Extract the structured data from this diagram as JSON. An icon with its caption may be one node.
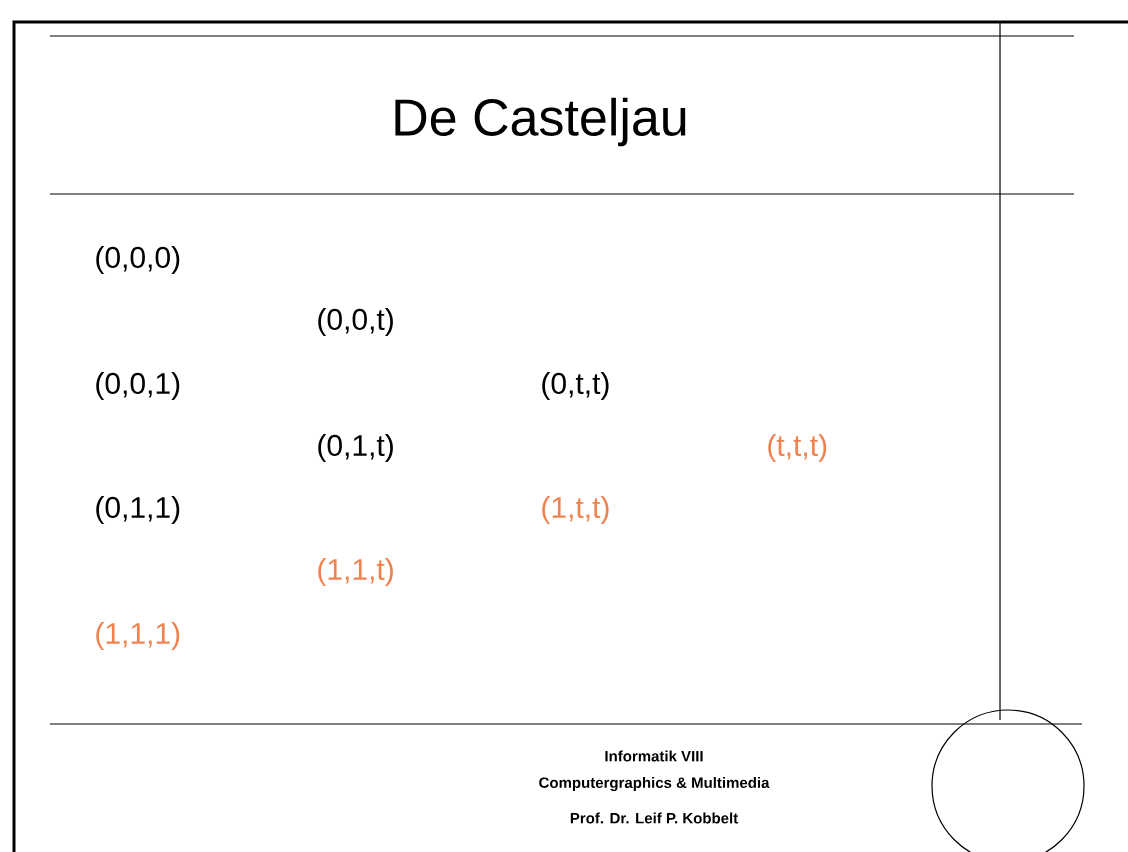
{
  "diagram": {
    "title": "De Casteljau",
    "labels": [
      "(0,0,0)",
      "(0,0,t)",
      "(0,0,1)",
      "(0,t,t)",
      "(0,1,t)",
      "(t,t,t)",
      "(0,1,1)",
      "(1,t,t)",
      "(1,1,t)",
      "(1,1,1)",
      "Informatik VIII",
      "Computergraphics & Multimedia",
      "Prof. Dr. Leif P. Kobbelt"
    ]
  }
}
